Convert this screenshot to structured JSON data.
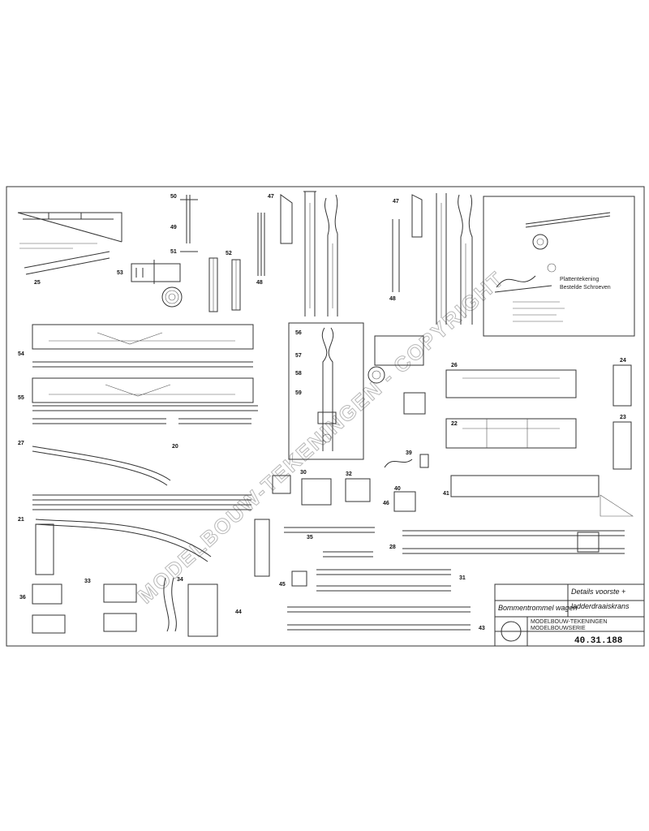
{
  "title_block": {
    "model_name": "Bommentrommel wagen",
    "sheet_title_line1": "Details voorste +",
    "sheet_title_line2": "ladderdraaiskrans",
    "company_line1": "MODELBOUW-TEKENINGEN",
    "company_line2": "MODELBOUWSERIE",
    "drawing_number": "40.31.188"
  },
  "inset_notes": {
    "heading": "Plattentekening",
    "subheading": "Bestelde Schroeven"
  },
  "watermark": "MODELBOUW-TEKENINGEN - COPYRIGHT",
  "callouts": [
    "50",
    "49",
    "51",
    "53",
    "52",
    "47",
    "48",
    "47",
    "48",
    "25",
    "54",
    "55",
    "56",
    "57",
    "58",
    "59",
    "24",
    "21",
    "22",
    "20",
    "33",
    "34",
    "35",
    "36",
    "30",
    "31",
    "32",
    "44",
    "45",
    "46",
    "43",
    "39",
    "40",
    "41",
    "23",
    "26",
    "28",
    "27"
  ],
  "colors": {
    "line": "#333333",
    "paper": "#ffffff",
    "watermark": "#b8b8b8"
  }
}
